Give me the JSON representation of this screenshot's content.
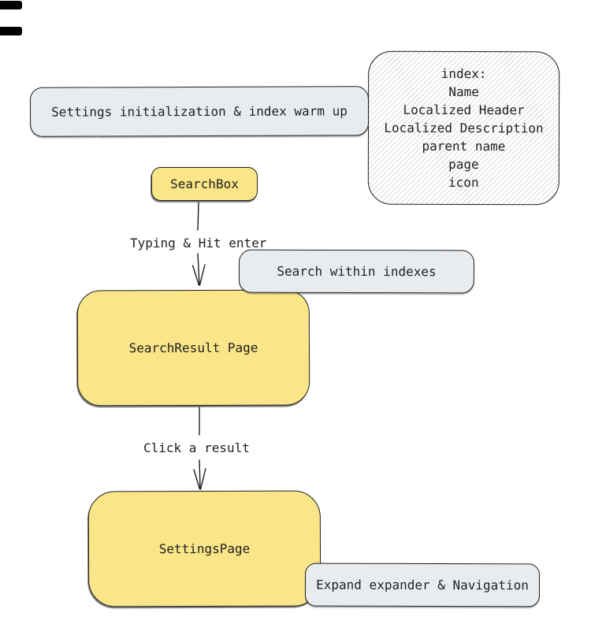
{
  "diagram": {
    "nodes": {
      "settings_init": {
        "label": "Settings initialization & index warm up"
      },
      "index_info": {
        "lines": [
          "index:",
          "Name",
          "Localized Header",
          "Localized Description",
          "parent name",
          "page",
          "icon"
        ]
      },
      "searchbox": {
        "label": "SearchBox"
      },
      "search_within": {
        "label": "Search within indexes"
      },
      "search_result": {
        "label": "SearchResult Page"
      },
      "settings_page": {
        "label": "SettingsPage"
      },
      "expand_nav": {
        "label": "Expand expander & Navigation"
      }
    },
    "edges": {
      "typing": {
        "label": "Typing & Hit enter"
      },
      "click": {
        "label": "Click a result"
      }
    },
    "colors": {
      "node_yellow": "#fae588",
      "node_gray": "#e9ecef",
      "stroke": "#1e1e1e",
      "hatch_line": "#dcdcdc"
    }
  }
}
